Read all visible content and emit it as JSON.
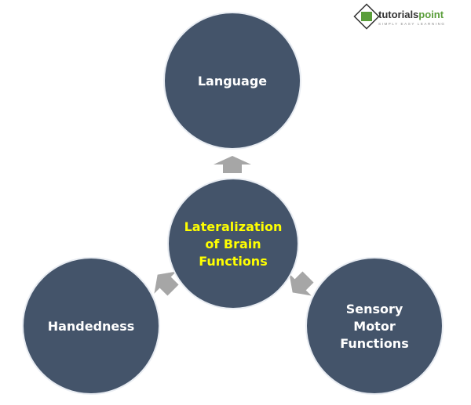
{
  "logo": {
    "name_part1": "tutorials",
    "name_part2": "point",
    "tagline": "SIMPLY EASY LEARNING"
  },
  "center": {
    "lines": [
      "Lateralization",
      "of Brain",
      "Functions"
    ]
  },
  "nodes": {
    "top": {
      "lines": [
        "Language"
      ]
    },
    "left": {
      "lines": [
        "Handedness"
      ]
    },
    "right": {
      "lines": [
        "Sensory",
        "Motor",
        "Functions"
      ]
    }
  },
  "colors": {
    "circle": "#44546A",
    "center_text": "#FFFF00",
    "node_text": "#FFFFFF",
    "arrow": "#A6A6A6"
  }
}
